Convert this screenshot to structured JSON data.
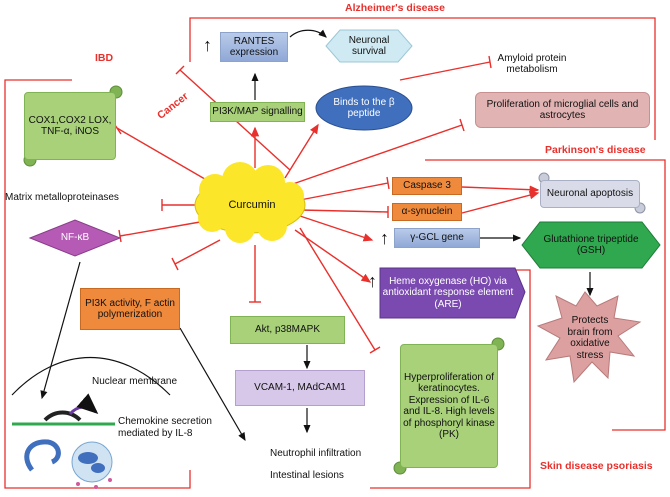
{
  "diseases": {
    "alzheimers": "Alzheimer's disease",
    "ibd": "IBD",
    "cancer": "Cancer",
    "parkinsons": "Parkinson's disease",
    "psoriasis": "Skin disease psoriasis"
  },
  "center": {
    "label": "Curcumin"
  },
  "nodes": {
    "rantes": "RANTES expression",
    "neuronal_survival": "Neuronal survival",
    "amyloid": "Amyloid protein metabolism",
    "pi3k_map": "PI3K/MAP signalling",
    "beta_peptide": "Binds to the β peptide",
    "microglial": "Proliferation of microglial cells and astrocytes",
    "cox": "COX1,COX2 LOX, TNF-α, iNOS",
    "mmp": "Matrix metalloproteinases",
    "caspase": "Caspase 3",
    "synuclein": "α-synuclein",
    "neuronal_apoptosis": "Neuronal apoptosis",
    "gcl": "γ-GCL gene",
    "glutathione": "Glutathione tripeptide (GSH)",
    "nfkb": "NF-κB",
    "heme": "Heme oxygenase (HO) via antioxidant response element (ARE)",
    "pi3k_actin": "PI3K activity, F actin polymerization",
    "akt": "Akt, p38MAPK",
    "protects": "Protects brain from oxidative stress",
    "nuclear": "Nuclear membrane",
    "vcam": "VCAM-1, MAdCAM1",
    "keratinocytes": "Hyperproliferation of keratinocytes. Expression of IL-6 and IL-8. High levels of phosphoryl kinase (PK)",
    "chemokine": "Chemokine secretion mediated by IL-8",
    "neutrophil": "Neutrophil infiltration",
    "intestinal": "Intestinal lesions"
  },
  "colors": {
    "inhibit_line": "#e8302c",
    "group_border": "#e8302c",
    "curcumin_fill": "#fbe62a",
    "nfkb_fill": "#b55bb5",
    "glutathione_fill": "#2fa84f",
    "beta_fill": "#3f6fbd",
    "hex_fill": "#cfeaf3",
    "heme_fill": "#7a4ab0",
    "star_fill": "#dca0a0"
  }
}
